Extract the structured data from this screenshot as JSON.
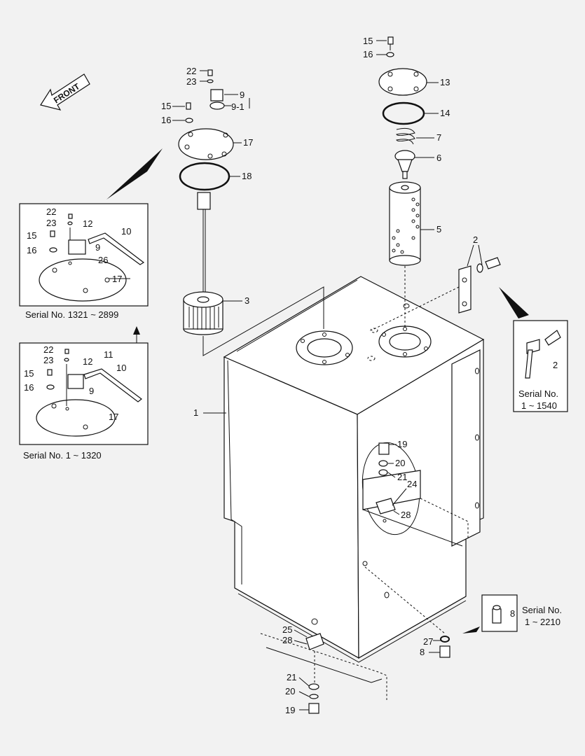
{
  "front_label": "FRONT",
  "callouts": {
    "c22a": "22",
    "c23a": "23",
    "c9": "9",
    "c9_1": "9-1",
    "c15a": "15",
    "c16a": "16",
    "c17a": "17",
    "c18": "18",
    "c15b": "15",
    "c16b": "16",
    "c13": "13",
    "c14": "14",
    "c7": "7",
    "c6": "6",
    "c5": "5",
    "c2a": "2",
    "c3": "3",
    "c1": "1",
    "c22b": "22",
    "c23b": "23",
    "c15c": "15",
    "c12b": "12",
    "c10b": "10",
    "c16c": "16",
    "c9b": "9",
    "c26": "26",
    "c17b": "17",
    "c22c": "22",
    "c23c": "23",
    "c11": "11",
    "c15d": "15",
    "c12c": "12",
    "c10c": "10",
    "c16d": "16",
    "c9c": "9",
    "c17c": "17",
    "c2b": "2",
    "c19a": "19",
    "c20a": "20",
    "c21a": "21",
    "c24": "24",
    "c28a": "28",
    "c8a": "8",
    "c27": "27",
    "c8b": "8",
    "c25": "25",
    "c28b": "28",
    "c21b": "21",
    "c20b": "20",
    "c19b": "19"
  },
  "captions": {
    "serial_1321_2899": "Serial No. 1321 ~ 2899",
    "serial_1_1320": "Serial No. 1 ~ 1320",
    "serial_no_a": "Serial No.",
    "serial_1_1540": "1 ~ 1540",
    "serial_no_b": "Serial No.",
    "serial_1_2210": "1 ~ 2210"
  }
}
